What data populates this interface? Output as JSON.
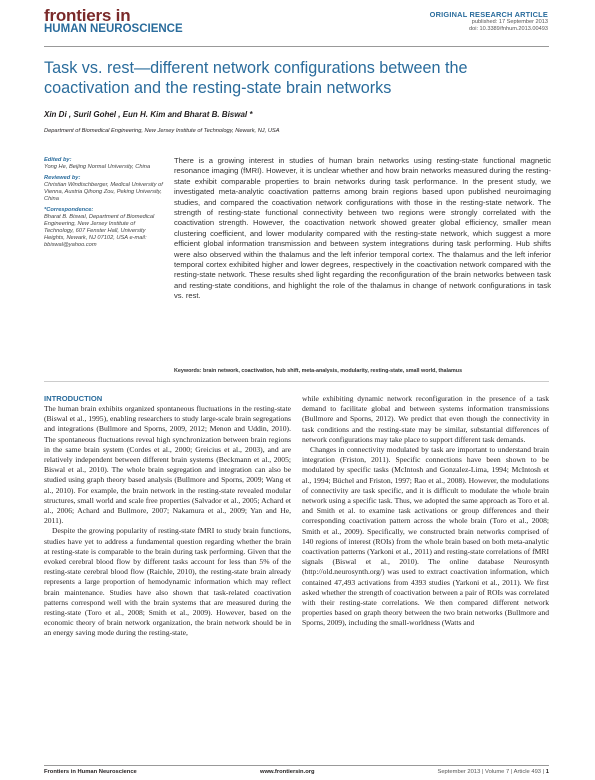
{
  "journal": {
    "logo_line1": "frontiers in",
    "logo_line2": "HUMAN NEUROSCIENCE",
    "article_type": "ORIGINAL RESEARCH ARTICLE",
    "published": "published: 17 September 2013",
    "doi": "doi: 10.3389/fnhum.2013.00493"
  },
  "article": {
    "title": "Task vs. rest—different network configurations between the coactivation and the resting-state brain networks",
    "authors": "Xin Di , Suril Gohel , Eun H. Kim  and Bharat B. Biswal *",
    "affiliation": "Department of Biomedical Engineering, New Jersey Institute of Technology, Newark, NJ, USA"
  },
  "sidebar": {
    "edited_by_label": "Edited by:",
    "edited_by": "Yong He, Beijing Normal University, China",
    "reviewed_by_label": "Reviewed by:",
    "reviewed_by": "Christian Windischberger, Medical University of Vienna, Austria Qihong Zou, Peking University, China",
    "correspondence_label": "*Correspondence:",
    "correspondence": "Bharat B. Biswal, Department of Biomedical Engineering, New Jersey Institute of Technology, 607 Fenster Hall, University Heights, Newark, NJ 07102, USA e-mail: bbiswal@yahoo.com"
  },
  "abstract": "There is a growing interest in studies of human brain networks using resting-state functional magnetic resonance imaging (fMRI). However, it is unclear whether and how brain networks measured during the resting-state exhibit comparable properties to brain networks during task performance. In the present study, we investigated meta-analytic coactivation patterns among brain regions based upon published neuroimaging studies, and compared the coactivation network configurations with those in the resting-state network. The strength of resting-state functional connectivity between two regions were strongly correlated with the coactivation strength. However, the coactivation network showed greater global efficiency, smaller mean clustering coefficient, and lower modularity compared with the resting-state network, which suggest a more efficient global information transmission and between system integrations during task performing. Hub shifts were also observed within the thalamus and the left inferior temporal cortex. The thalamus and the left inferior temporal cortex exhibited higher and lower degrees, respectively in the coactivation network compared with the resting-state network. These results shed light regarding the reconfiguration of the brain networks between task and resting-state conditions, and highlight the role of the thalamus in change of network configurations in task vs. rest.",
  "keywords": "Keywords: brain network, coactivation, hub shift, meta-analysis, modularity, resting-state, small world, thalamus",
  "body": {
    "intro_heading": "INTRODUCTION",
    "col1_p1": "The human brain exhibits organized spontaneous fluctuations in the resting-state (Biswal et al., 1995), enabling researchers to study large-scale brain segregations and integrations (Bullmore and Sporns, 2009, 2012; Menon and Uddin, 2010). The spontaneous fluctuations reveal high synchronization between brain regions in the same brain system (Cordes et al., 2000; Greicius et al., 2003), and are relatively independent between different brain systems (Beckmann et al., 2005; Biswal et al., 2010). The whole brain segregation and integration can also be studied using graph theory based analysis (Bullmore and Sporns, 2009; Wang et al., 2010). For example, the brain network in the resting-state revealed modular structures, small world and scale free properties (Salvador et al., 2005; Achard et al., 2006; Achard and Bullmore, 2007; Nakamura et al., 2009; Yan and He, 2011).",
    "col1_p2": "Despite the growing popularity of resting-state fMRI to study brain functions, studies have yet to address a fundamental question regarding whether the brain at resting-state is comparable to the brain during task performing. Given that the evoked cerebral blood flow by different tasks account for less than 5% of the resting-state cerebral blood flow (Raichle, 2010), the resting-state brain already represents a large proportion of hemodynamic information which may reflect brain maintenance. Studies have also shown that task-related coactivation patterns correspond well with the brain systems that are measured during the resting-state (Toro et al., 2008; Smith et al., 2009). However, based on the economic theory of brain network organization, the brain network should be in an energy saving mode during the resting-state,",
    "col2_p1": "while exhibiting dynamic network reconfiguration in the presence of a task demand to facilitate global and between systems information transmissions (Bullmore and Sporns, 2012). We predict that even though the connectivity in task conditions and the resting-state may be similar, substantial differences of network configurations may take place to support different task demands.",
    "col2_p2": "Changes in connectivity modulated by task are important to understand brain integration (Friston, 2011). Specific connections have been shown to be modulated by specific tasks (McIntosh and Gonzalez-Lima, 1994; McIntosh et al., 1994; Büchel and Friston, 1997; Rao et al., 2008). However, the modulations of connectivity are task specific, and it is difficult to modulate the whole brain network using a specific task. Thus, we adopted the same approach as Toro et al. and Smith et al. to examine task activations or group differences and their corresponding coactivation pattern across the whole brain (Toro et al., 2008; Smith et al., 2009). Specifically, we constructed brain networks comprised of 140 regions of interest (ROIs) from the whole brain based on both meta-analytic coactivation patterns (Yarkoni et al., 2011) and resting-state correlations of fMRI signals (Biswal et al., 2010). The online database Neurosynth (http://old.neurosynth.org/) was used to extract coactivation information, which contained 47,493 activations from 4393 studies (Yarkoni et al., 2011). We first asked whether the strength of coactivation between a pair of ROIs was correlated with their resting-state correlations. We then compared different network properties based on graph theory between the two brain networks (Bullmore and Sporns, 2009), including the small-worldness (Watts and"
  },
  "footer": {
    "journal_name": "Frontiers in Human Neuroscience",
    "website": "www.frontiersin.org",
    "issue_info": "September 2013 | Volume 7 | Article 493 |",
    "page_number": "1"
  }
}
